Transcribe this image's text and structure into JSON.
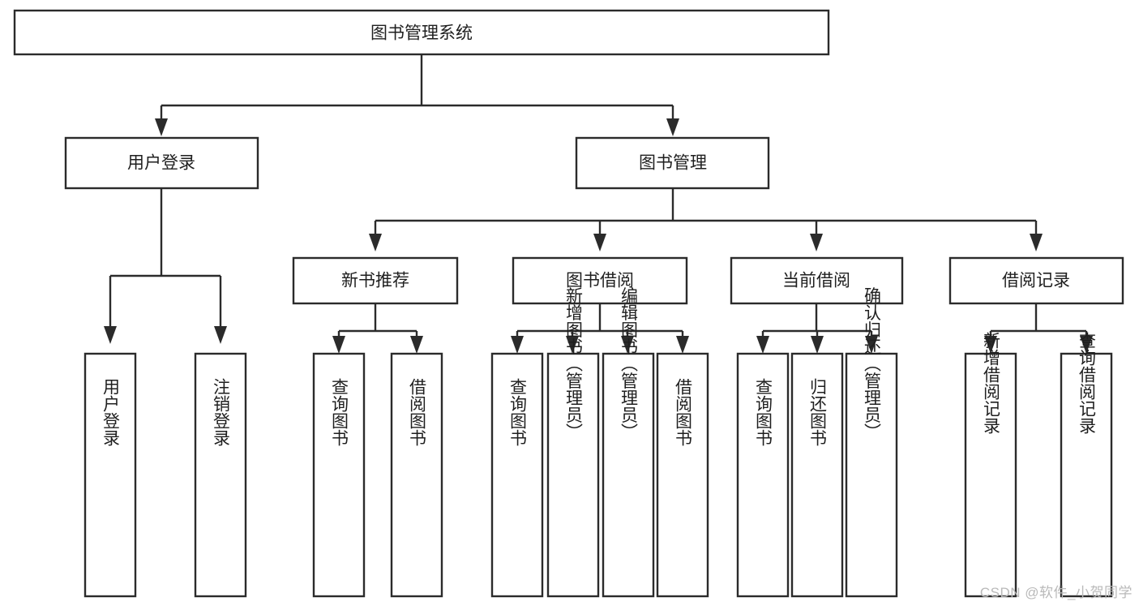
{
  "diagram": {
    "type": "tree",
    "title": "图书管理系统",
    "watermark": "CSDN @软件_小贺同学",
    "colors": {
      "background": "#ffffff",
      "box_stroke": "#2b2b2b",
      "box_fill": "#ffffff",
      "text": "#1f1f1f",
      "watermark": "#b9b9b9"
    },
    "root": {
      "label": "图书管理系统"
    },
    "level2": [
      {
        "label": "用户登录"
      },
      {
        "label": "图书管理"
      }
    ],
    "level3": [
      {
        "label": "新书推荐"
      },
      {
        "label": "图书借阅"
      },
      {
        "label": "当前借阅"
      },
      {
        "label": "借阅记录"
      }
    ],
    "leaves": {
      "user_login": [
        {
          "label": "用户登录"
        },
        {
          "label": "注销登录"
        }
      ],
      "new_book_recommend": [
        {
          "label": "查询图书"
        },
        {
          "label": "借阅图书"
        }
      ],
      "book_borrow": [
        {
          "label": "查询图书"
        },
        {
          "label": "新增图书（管理员）"
        },
        {
          "label": "编辑图书（管理员）"
        },
        {
          "label": "借阅图书"
        }
      ],
      "current_borrow": [
        {
          "label": "查询图书"
        },
        {
          "label": "归还图书"
        },
        {
          "label": "确认归还（管理员）"
        }
      ],
      "borrow_records": [
        {
          "label": "新增借阅记录"
        },
        {
          "label": "查询借阅记录"
        }
      ]
    }
  }
}
